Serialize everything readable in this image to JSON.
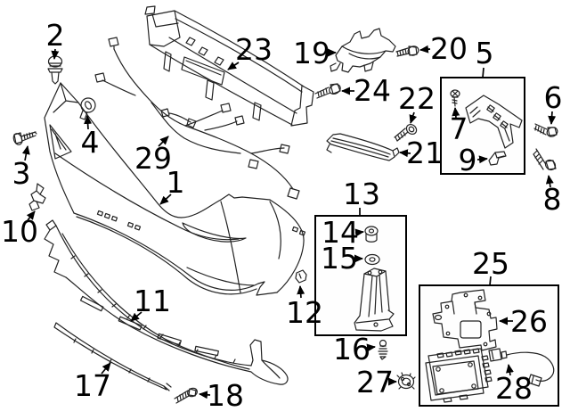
{
  "diagram_title": "Rear bumper exploded parts diagram",
  "colors": {
    "background": "#ffffff",
    "line": "#222222",
    "label": "#000000"
  },
  "callouts": {
    "1": {
      "label": "1",
      "part": "bumper-cover"
    },
    "2": {
      "label": "2",
      "part": "push-pin-clip"
    },
    "3": {
      "label": "3",
      "part": "screw"
    },
    "4": {
      "label": "4",
      "part": "grommet"
    },
    "5": {
      "label": "5",
      "part": "side-bracket-kit-box"
    },
    "6": {
      "label": "6",
      "part": "screw"
    },
    "7": {
      "label": "7",
      "part": "screw"
    },
    "8": {
      "label": "8",
      "part": "screw"
    },
    "9": {
      "label": "9",
      "part": "clip"
    },
    "10": {
      "label": "10",
      "part": "bracket"
    },
    "11": {
      "label": "11",
      "part": "lower-bumper-skirt"
    },
    "12": {
      "label": "12",
      "part": "clip"
    },
    "13": {
      "label": "13",
      "part": "bracket-kit-box"
    },
    "14": {
      "label": "14",
      "part": "grommet"
    },
    "15": {
      "label": "15",
      "part": "washer"
    },
    "16": {
      "label": "16",
      "part": "tree-fastener"
    },
    "17": {
      "label": "17",
      "part": "lower-trim-strip"
    },
    "18": {
      "label": "18",
      "part": "screw"
    },
    "19": {
      "label": "19",
      "part": "bracket"
    },
    "20": {
      "label": "20",
      "part": "screw"
    },
    "21": {
      "label": "21",
      "part": "step-pad"
    },
    "22": {
      "label": "22",
      "part": "screw"
    },
    "23": {
      "label": "23",
      "part": "impact-bar"
    },
    "24": {
      "label": "24",
      "part": "bolt"
    },
    "25": {
      "label": "25",
      "part": "module-kit-box"
    },
    "26": {
      "label": "26",
      "part": "module-bracket"
    },
    "27": {
      "label": "27",
      "part": "nut"
    },
    "28": {
      "label": "28",
      "part": "wiring-connector"
    },
    "29": {
      "label": "29",
      "part": "wiring-harness"
    }
  }
}
